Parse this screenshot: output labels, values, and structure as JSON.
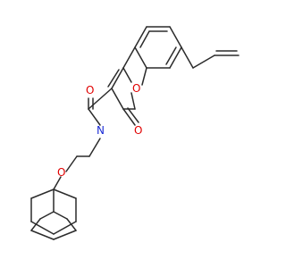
{
  "diagram": {
    "type": "skeletal-structure",
    "colors": {
      "bond": "#2b2b2b",
      "oxygen": "#e00000",
      "nitrogen": "#1a2bd6",
      "background": "#ffffff"
    },
    "atoms": {
      "carbonyl_oxygen_amide": "O",
      "amide_nitrogen": "N",
      "ring_oxygen": "O",
      "lactone_carbonyl_oxygen": "O",
      "ether_oxygen": "O"
    }
  }
}
